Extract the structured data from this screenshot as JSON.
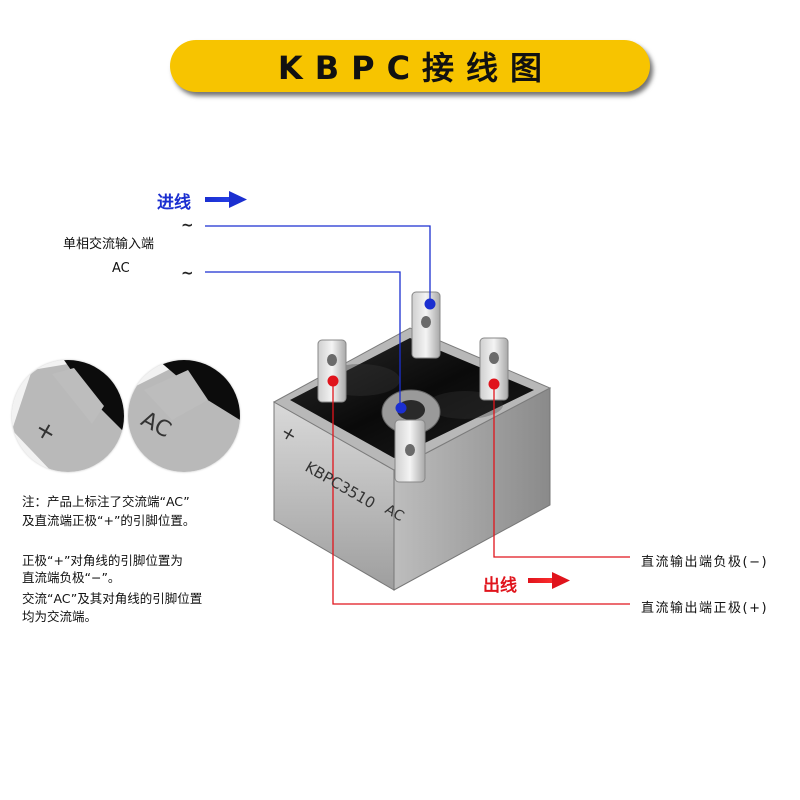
{
  "title": "KBPC接线图",
  "input": {
    "arrow_label": "进线",
    "tilde_top": "~",
    "tilde_bottom": "~",
    "desc_line1": "单相交流输入端",
    "desc_line2": "AC"
  },
  "output": {
    "arrow_label": "出线",
    "negative_label": "直流输出端负极(−)",
    "positive_label": "直流输出端正极(+)"
  },
  "notes": [
    "注：产品上标注了交流端“AC”",
    "及直流端正极“+”的引脚位置。",
    "正极“+”对角线的引脚位置为",
    "直流端负极“−”。",
    "交流“AC”及其对角线的引脚位置",
    "均为交流端。"
  ],
  "body_marks": {
    "plus": "+",
    "model": "KBPC3510",
    "ac": "AC"
  },
  "thumb_marks": {
    "plus": "+",
    "ac": "AC"
  },
  "colors": {
    "title_bg": "#f7c400",
    "input_blue": "#1b2fd0",
    "output_red": "#e0141c"
  }
}
